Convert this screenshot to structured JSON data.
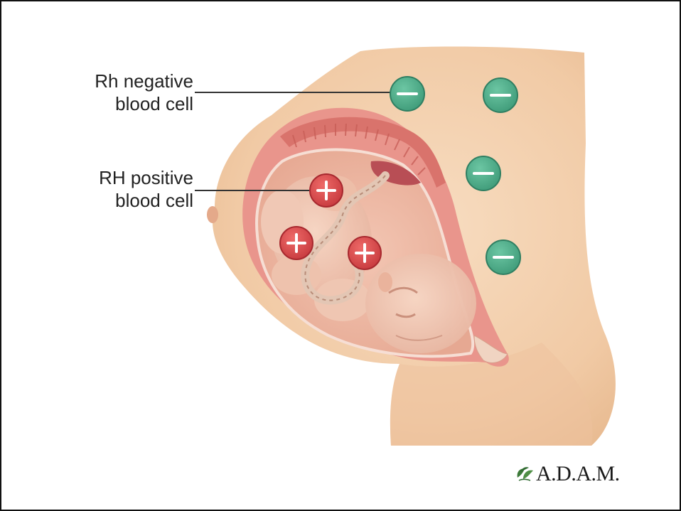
{
  "labels": {
    "negative": {
      "line1": "Rh negative",
      "line2": "blood cell"
    },
    "positive": {
      "line1": "RH positive",
      "line2": "blood cell"
    }
  },
  "logo": {
    "text": "A.D.A.M."
  },
  "colors": {
    "negative_cell": "#4fae8c",
    "positive_cell": "#d9474a",
    "skin": "#f2cfad",
    "uterus": "#e8948c"
  },
  "cells": {
    "negative_count": 4,
    "positive_count": 3
  }
}
